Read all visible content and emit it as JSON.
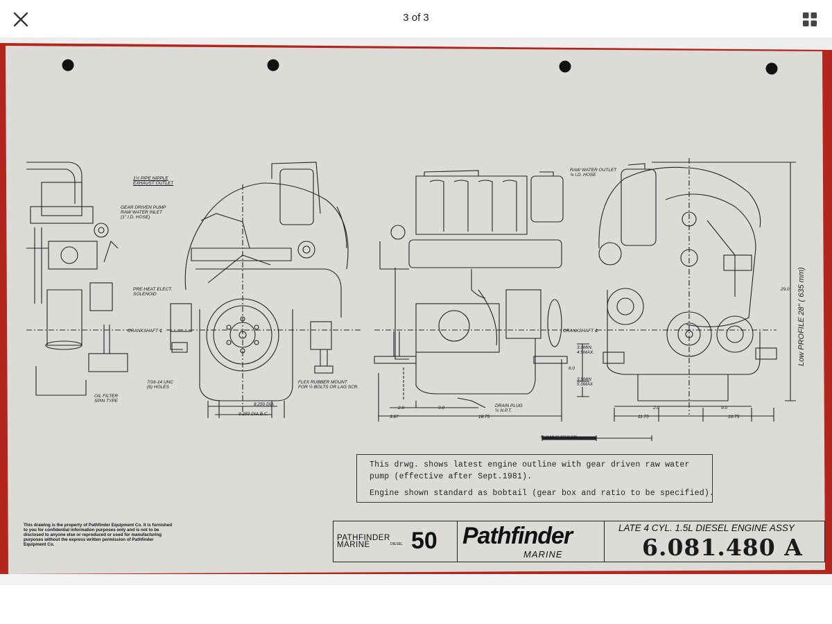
{
  "viewer": {
    "counter": "3 of 3",
    "close_icon": "close-icon",
    "grid_icon": "grid-icon"
  },
  "labels": {
    "exhaust": "1½ PIPE NIPPLE\nEXHAUST OUTLET",
    "gear_pump": "GEAR DRIVEN PUMP\nRAW WATER INLET\n(1\" I.D. HOSE)",
    "preheat": "PRE-HEAT ELECT.\nSOLENOID",
    "crankshaft_left": "CRANKSHAFT ℄",
    "holes": "7/16-14 UNC\n(6) HOLES",
    "flex_mount": "FLEX RUBBER MOUNT\nFOR ½ BOLTS OR LAG SCR.",
    "oil_filter": "OIL FILTER\nSPIN TYPE",
    "dia1": "8.250 DIA",
    "dia2": "9.250 DIA.B.C.",
    "raw_water_outlet": "RAW WATER OUTLET\n¾ I.D. HOSE",
    "crankshaft_right": "CRANKSHAFT ℄",
    "drain_plug": "DRAIN PLUG\n½ N.P.T.",
    "dim_30min": "3.0MIN.\n4.5MAX.",
    "dim_60": "6.0",
    "dim_35min": "3.5MIN\n5.0MAX",
    "dim_20": "2.0",
    "dim_90": "9.0",
    "dim_387": "3.87",
    "dim_1875": "18.75",
    "dim_1175": "11.75",
    "dim_1075": "10.75",
    "dim_290": "29.0",
    "dim_20b": "2.0",
    "dim_90b": "9.0",
    "scale_labels": "0\"  (0 M)        6\"          12\"  (1 FT)"
  },
  "low_profile": "Low PROFILE  28\" ( 635 mm)",
  "note": {
    "line1": "This drwg. shows latest engine outline with gear driven raw water",
    "line2": "pump (effective after Sept.1981).",
    "line3": "Engine shown standard as bobtail (gear box and ratio to be specified)."
  },
  "legal": "This drawing is the property of Pathfinder Equipment Co. It is furnished to you for confidential information purposes only and is not to be disclosed to anyone else or reproduced or used for manufacturing purposes without the express written permission of Pathfinder Equipment Co.",
  "title_block": {
    "brand_line1": "PATHFINDER",
    "brand_line2": "MARINE",
    "diesel_small": "DIESEL",
    "model_num": "50",
    "logo_text": "Pathfinder",
    "logo_sub": "MARINE",
    "drawing_title": "LATE 4 CYL. 1.5L  DIESEL ENGINE ASSY",
    "drawing_number": "6.081.480 A"
  },
  "colors": {
    "paper": "#dcdbd8",
    "red_edge": "#b3261e",
    "ink": "#1a1a1a"
  }
}
